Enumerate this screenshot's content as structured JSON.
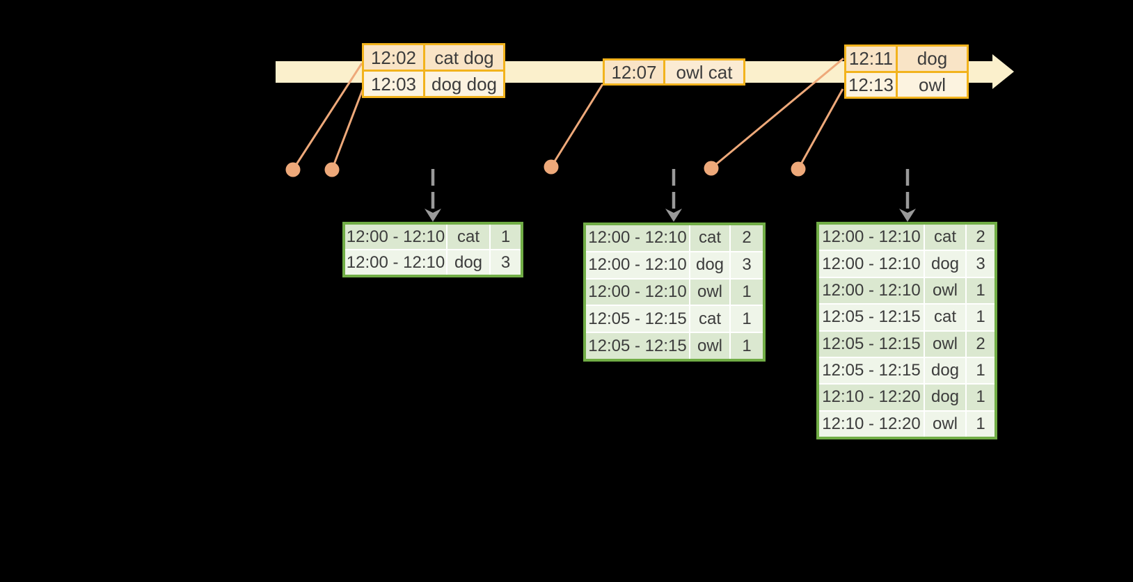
{
  "colors": {
    "background": "#000000",
    "timeline_band": "#FBF0CC",
    "table_border_orange": "#F2B31D",
    "event_cell_peach": "#F9E4C6",
    "event_cell_cream": "#FCF3E0",
    "event_cell_peach_light": "#FBEBD3",
    "connector_salmon": "#EEA97A",
    "trigger_gray": "#9A9A9A",
    "table_border_green": "#71AD46",
    "result_row_green_dark": "#DBE8D0",
    "result_row_green_light": "#EFF5E9",
    "text": "#3C3C3C"
  },
  "event_tables": [
    {
      "rows": [
        {
          "time": "12:02",
          "words": "cat dog"
        },
        {
          "time": "12:03",
          "words": "dog dog"
        }
      ]
    },
    {
      "rows": [
        {
          "time": "12:07",
          "words": "owl cat"
        }
      ]
    },
    {
      "rows": [
        {
          "time": "12:11",
          "words": "dog"
        },
        {
          "time": "12:13",
          "words": "owl"
        }
      ]
    }
  ],
  "result_tables": [
    {
      "rows": [
        {
          "window": "12:00 - 12:10",
          "word": "cat",
          "count": "1"
        },
        {
          "window": "12:00 - 12:10",
          "word": "dog",
          "count": "3"
        }
      ]
    },
    {
      "rows": [
        {
          "window": "12:00 - 12:10",
          "word": "cat",
          "count": "2"
        },
        {
          "window": "12:00 - 12:10",
          "word": "dog",
          "count": "3"
        },
        {
          "window": "12:00 - 12:10",
          "word": "owl",
          "count": "1"
        },
        {
          "window": "12:05 - 12:15",
          "word": "cat",
          "count": "1"
        },
        {
          "window": "12:05 - 12:15",
          "word": "owl",
          "count": "1"
        }
      ]
    },
    {
      "rows": [
        {
          "window": "12:00 - 12:10",
          "word": "cat",
          "count": "2"
        },
        {
          "window": "12:00 - 12:10",
          "word": "dog",
          "count": "3"
        },
        {
          "window": "12:00 - 12:10",
          "word": "owl",
          "count": "1"
        },
        {
          "window": "12:05 - 12:15",
          "word": "cat",
          "count": "1"
        },
        {
          "window": "12:05 - 12:15",
          "word": "owl",
          "count": "2"
        },
        {
          "window": "12:05 - 12:15",
          "word": "dog",
          "count": "1"
        },
        {
          "window": "12:10 - 12:20",
          "word": "dog",
          "count": "1"
        },
        {
          "window": "12:10 - 12:20",
          "word": "owl",
          "count": "1"
        }
      ]
    }
  ]
}
